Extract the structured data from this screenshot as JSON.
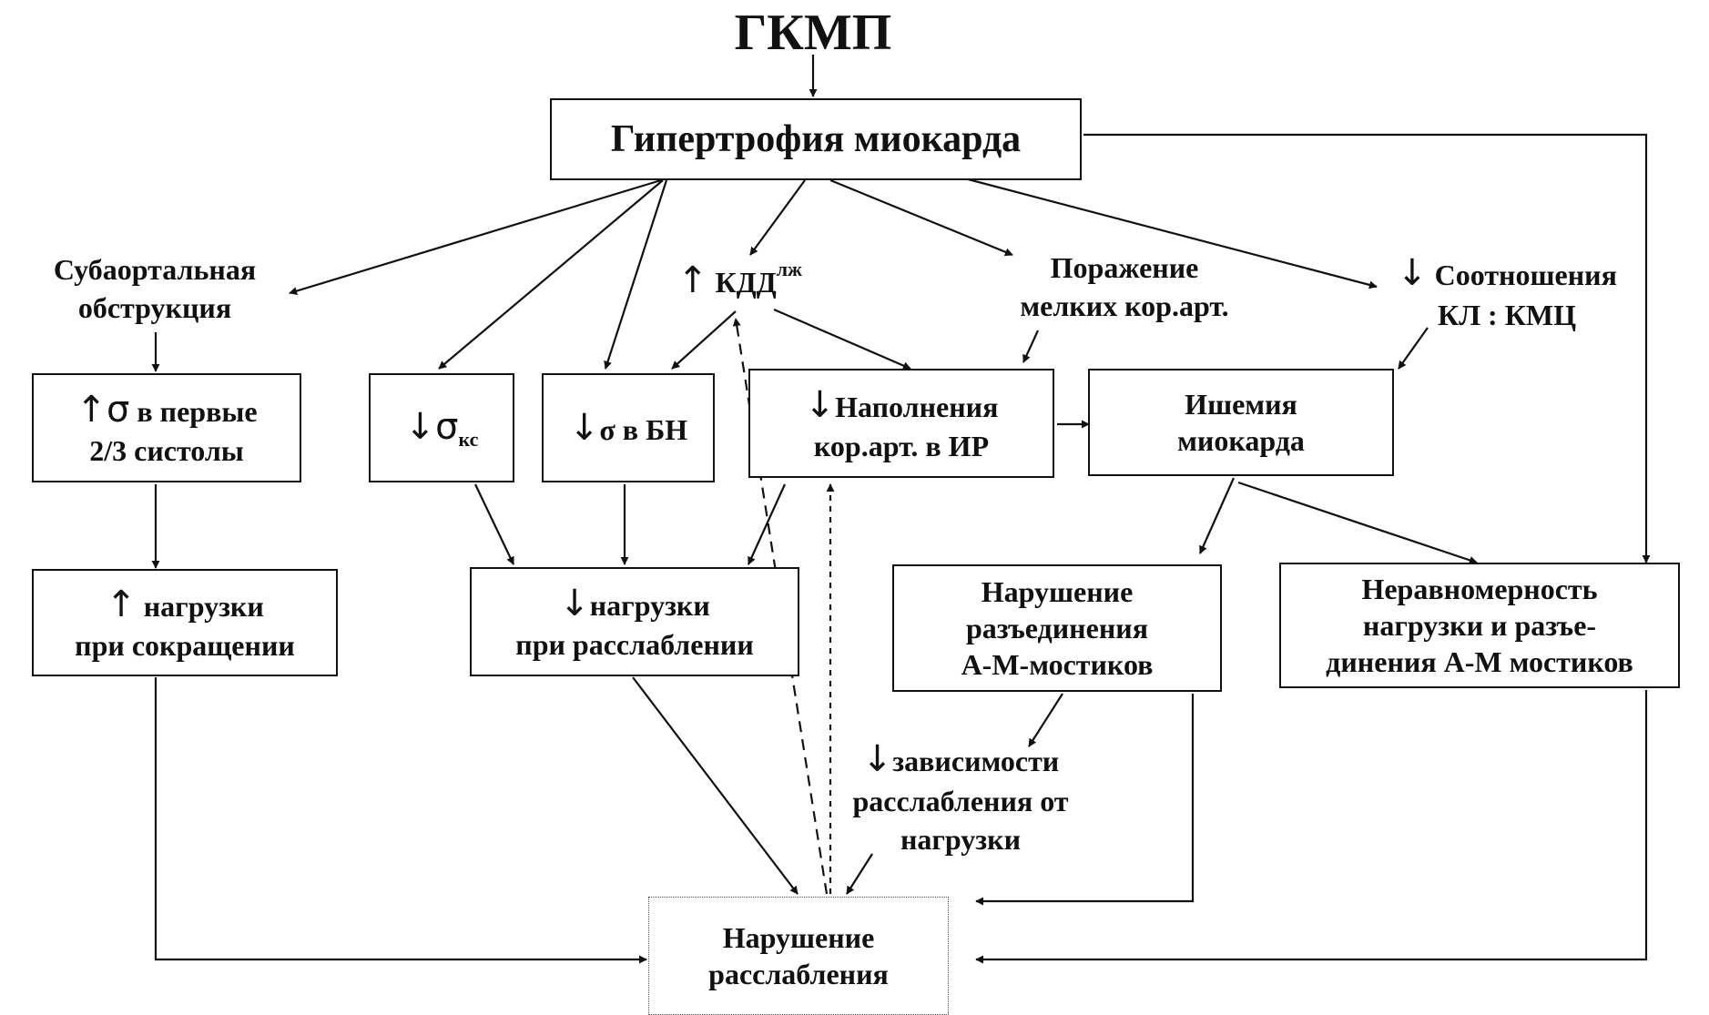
{
  "title": "ГКМП",
  "nodes": {
    "hypertrophy": "Гипертрофия миокарда",
    "subaortic": [
      "Субаортальная",
      "обструкция"
    ],
    "kdd": {
      "arrow": "↑",
      "text": "КДД",
      "sup": "лж"
    },
    "small_arteries": [
      "Поражение",
      "мелких кор.арт."
    ],
    "ratio": {
      "arrow": "↓",
      "line1": "Соотношения",
      "line2": "КЛ : КМЦ"
    },
    "sigma_first": {
      "arrow": "↑",
      "sym": "σ",
      "line1": " в первые",
      "line2": "2/3 систолы"
    },
    "sigma_ks": {
      "arrow": "↓",
      "sym": "σ",
      "sub": "кс"
    },
    "sigma_bn": {
      "arrow": "↓",
      "text": "σ в БН"
    },
    "filling": {
      "arrow": "↓",
      "line1": "Наполнения",
      "line2": "кор.арт. в ИР"
    },
    "ischemia": [
      "Ишемия",
      "миокарда"
    ],
    "load_contraction": {
      "arrow": "↑",
      "line1": " нагрузки",
      "line2": "при сокращении"
    },
    "load_relaxation": {
      "arrow": "↓",
      "line1": "нагрузки",
      "line2": "при расслаблении"
    },
    "am_disorder": [
      "Нарушение",
      "разъединения",
      "А-М-мостиков"
    ],
    "nonuniformity": [
      "Неравномерность",
      "нагрузки и разъе-",
      "динения А-М мостиков"
    ],
    "dependence": {
      "arrow": "↓",
      "line1": "зависимости",
      "line2": "расслабления от",
      "line3": "нагрузки"
    },
    "relaxation_disorder": [
      "Нарушение",
      "расслабления"
    ]
  },
  "colors": {
    "ink": "#111111",
    "dotted_border": "#555555"
  }
}
